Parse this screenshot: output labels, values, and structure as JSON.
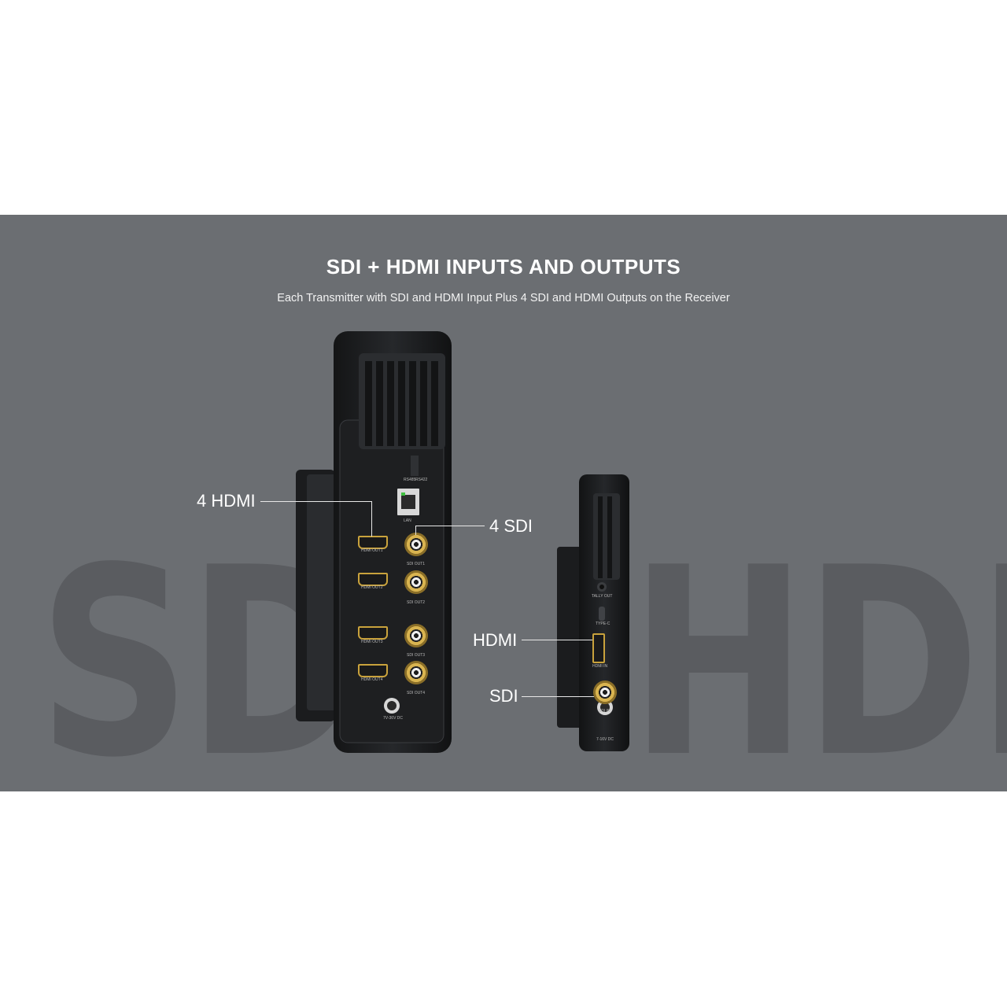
{
  "header": {
    "title": "SDI + HDMI INPUTS AND OUTPUTS",
    "subtitle": "Each Transmitter with SDI and HDMI Input Plus 4 SDI and HDMI Outputs on the Receiver"
  },
  "background_words": {
    "left": "SDI",
    "right": "HDMI"
  },
  "callouts": {
    "receiver_hdmi": "4 HDMI",
    "receiver_sdi": "4 SDI",
    "transmitter_hdmi": "HDMI",
    "transmitter_sdi": "SDI"
  },
  "receiver_ports": {
    "lan": "LAN",
    "hdmi": [
      "HDMI OUT1",
      "HDMI OUT2",
      "HDMI OUT3",
      "HDMI OUT4"
    ],
    "sdi": [
      "SDI OUT1",
      "SDI OUT2",
      "SDI OUT3",
      "SDI OUT4"
    ],
    "rs485": "RS485",
    "rs422": "RS422",
    "power": "7V-36V DC"
  },
  "transmitter_ports": {
    "tally": "TALLY OUT",
    "typec": "TYPE-C",
    "hdmi": "HDMI IN",
    "sdi": "SDI IN",
    "power": "7-16V DC"
  },
  "colors": {
    "banner": "#6b6e72",
    "bg_word": "#5a5c60",
    "device": "#1c1d1f",
    "gold": "#c9a23c"
  }
}
